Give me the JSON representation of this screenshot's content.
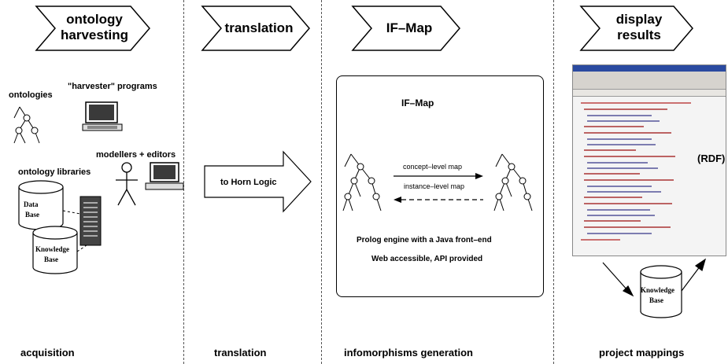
{
  "stages": [
    {
      "line1": "ontology",
      "line2": "harvesting"
    },
    {
      "line1": "translation",
      "line2": ""
    },
    {
      "line1": "IF–Map",
      "line2": ""
    },
    {
      "line1": "display",
      "line2": "results"
    }
  ],
  "acquisition": {
    "ontologies": "ontologies",
    "harvester": "\"harvester\" programs",
    "modellers": "modellers + editors",
    "libraries": "ontology libraries",
    "db1_line1": "Data",
    "db1_line2": "Base",
    "db2_line1": "Knowledge",
    "db2_line2": "Base"
  },
  "translation_panel": {
    "arrow_label": "to Horn Logic"
  },
  "ifmap_panel": {
    "title": "IF–Map",
    "concept_map": "concept–level map",
    "instance_map": "instance–level map",
    "line1": "Prolog engine with a Java front–end",
    "line2": "Web accessible, API provided"
  },
  "display_panel": {
    "rdf": "(RDF)",
    "kb_line1": "Knowledge",
    "kb_line2": "Base"
  },
  "footer": [
    "acquisition",
    "translation",
    "infomorphisms generation",
    "project mappings"
  ]
}
